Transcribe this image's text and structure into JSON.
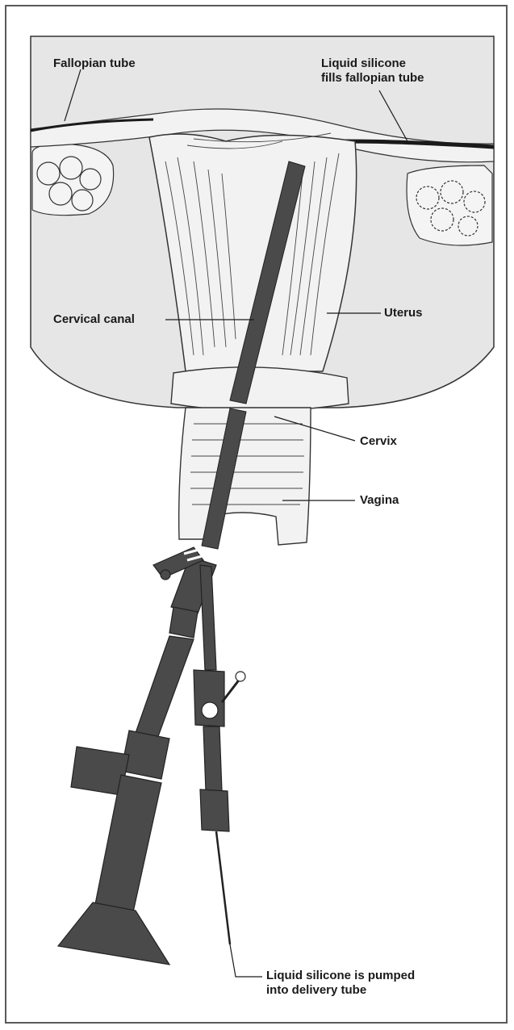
{
  "labels": {
    "fallopian_tube": "Fallopian tube",
    "silicone_fills_line1": "Liquid silicone",
    "silicone_fills_line2": "fills fallopian tube",
    "cervical_canal": "Cervical canal",
    "uterus": "Uterus",
    "cervix": "Cervix",
    "vagina": "Vagina",
    "pumped_line1": "Liquid silicone is pumped",
    "pumped_line2": "into delivery tube"
  },
  "colors": {
    "background": "#ffffff",
    "anatomy_fill": "#e6e6e6",
    "tissue_fill": "#f2f2f2",
    "instrument": "#4a4a4a",
    "ink": "#1a1a1a"
  }
}
